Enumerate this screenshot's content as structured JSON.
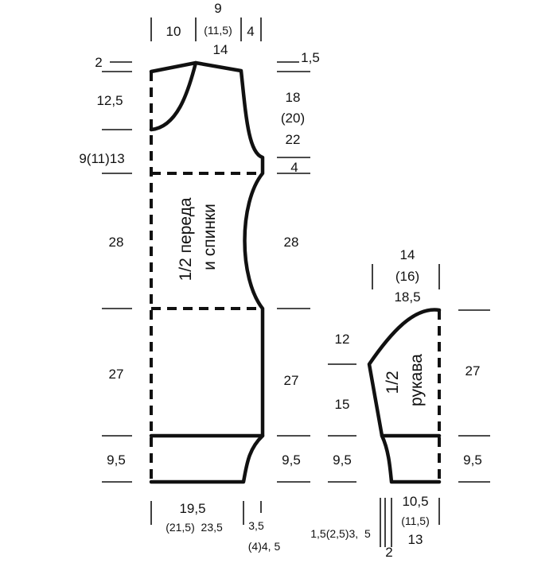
{
  "body_piece": {
    "title_line1": "1/2 переда",
    "title_line2": "и спинки",
    "top": {
      "left_width": "10",
      "neck_top": "9",
      "neck_mid": "(11,5)",
      "neck_bottom": "14",
      "right_width": "4"
    },
    "left_heights": {
      "neck_drop": "2",
      "neckline": "12,5",
      "upper": "9(11)13",
      "middle": "28",
      "lower": "27",
      "rib": "9,5"
    },
    "right_heights": {
      "shoulder": "1,5",
      "arm_top": "18",
      "arm_mid": "(20)",
      "arm_bottom": "22",
      "underarm": "4",
      "middle": "28",
      "lower": "27",
      "rib": "9,5"
    },
    "bottom": {
      "width_top": "19,5",
      "width_bottom": "(21,5)  23,5",
      "side_top": "3,5",
      "side_bottom": "(4)4, 5"
    }
  },
  "sleeve_piece": {
    "title_line1": "1/2",
    "title_line2": "рукава",
    "top": {
      "line1": "14",
      "line2": "(16)",
      "line3": "18,5"
    },
    "left_heights": {
      "cap": "12",
      "arm": "15",
      "cuff": "9,5"
    },
    "right_heights": {
      "total": "27",
      "cuff": "9,5"
    },
    "bottom": {
      "side": "1,5(2,5)3,  5",
      "inner": "2",
      "width1": "10,5",
      "width2": "(11,5)",
      "width3": "13"
    }
  }
}
